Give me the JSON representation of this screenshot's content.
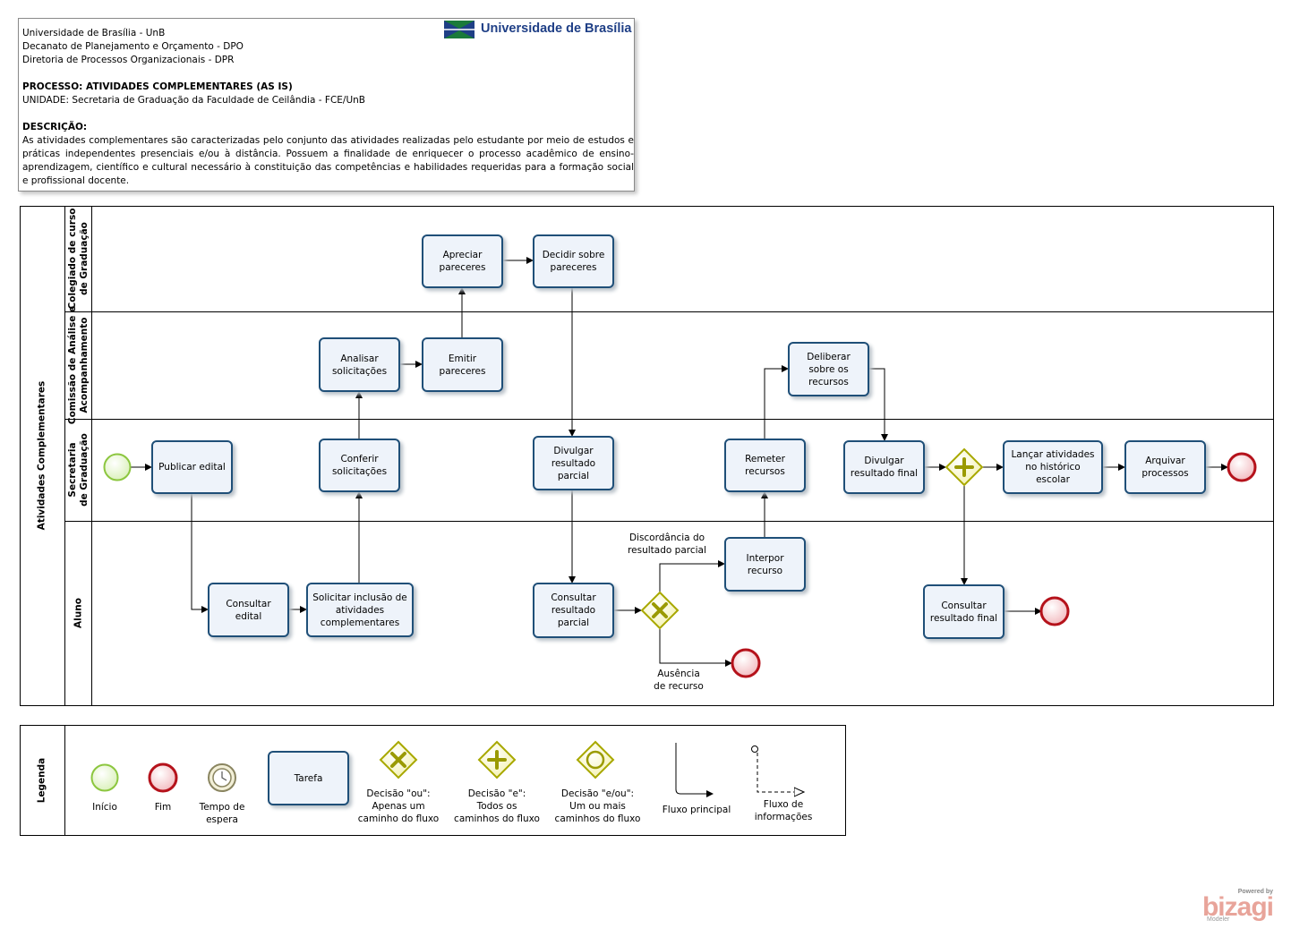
{
  "header": {
    "lines": [
      "Universidade de Brasília - UnB",
      "Decanato de Planejamento e Orçamento - DPO",
      "Diretoria de Processos Organizacionais - DPR"
    ],
    "process_label": "PROCESSO: ATIVIDADES COMPLEMENTARES (AS IS)",
    "unit_label": "UNIDADE: Secretaria de Graduação da Faculdade de Ceilândia - FCE/UnB",
    "description_title": "DESCRIÇÃO:",
    "description": "As atividades complementares são caracterizadas pelo conjunto das atividades realizadas pelo estudante por meio de estudos e práticas independentes presenciais e/ou à distância. Possuem a finalidade de enriquecer o processo acadêmico de ensino-aprendizagem, científico e cultural  necessário à constituição das competências e habilidades requeridas para a formação social e profissional docente.",
    "logo_text": "Universidade de Brasília"
  },
  "pool": {
    "name": "Atividades Complementares",
    "lanes": [
      "Colegiado de curso\nde Graduação",
      "Comissão de Análise e\nAcompanhamento",
      "Secretaria\nde Graduação",
      "Aluno"
    ]
  },
  "tasks": {
    "apreciar": "Apreciar pareceres",
    "decidir": "Decidir sobre pareceres",
    "analisar": "Analisar solicitações",
    "emitir": "Emitir pareceres",
    "deliberar": "Deliberar sobre os recursos",
    "publicar": "Publicar edital",
    "conferir": "Conferir solicitações",
    "divulgar_parcial": "Divulgar resultado parcial",
    "remeter": "Remeter recursos",
    "divulgar_final": "Divulgar resultado final",
    "lancar": "Lançar atividades no histórico escolar",
    "arquivar": "Arquivar processos",
    "consultar_edital": "Consultar edital",
    "solicitar": "Solicitar inclusão de atividades complementares",
    "consultar_parcial": "Consultar resultado parcial",
    "interpor": "Interpor recurso",
    "consultar_final": "Consultar resultado final"
  },
  "flow_labels": {
    "discordancia": "Discordância do\nresultado parcial",
    "ausencia": "Ausência\nde recurso"
  },
  "legend": {
    "title": "Legenda",
    "inicio": "Início",
    "fim": "Fim",
    "tempo": "Tempo de\nespera",
    "tarefa": "Tarefa",
    "ou": "Decisão \"ou\":\nApenas um\ncaminho do fluxo",
    "e": "Decisão \"e\":\nTodos os\ncaminhos do fluxo",
    "eou": "Decisão \"e/ou\":\nUm ou mais\ncaminhos do fluxo",
    "fluxo_principal": "Fluxo principal",
    "fluxo_info": "Fluxo de\ninformações"
  },
  "brand": {
    "powered": "Powered by",
    "name": "bizagi",
    "product": "Modeler"
  },
  "colors": {
    "task_border": "#1f4f78",
    "start": "#8cc63f",
    "end": "#b5121b",
    "gateway": "#a8a800"
  }
}
